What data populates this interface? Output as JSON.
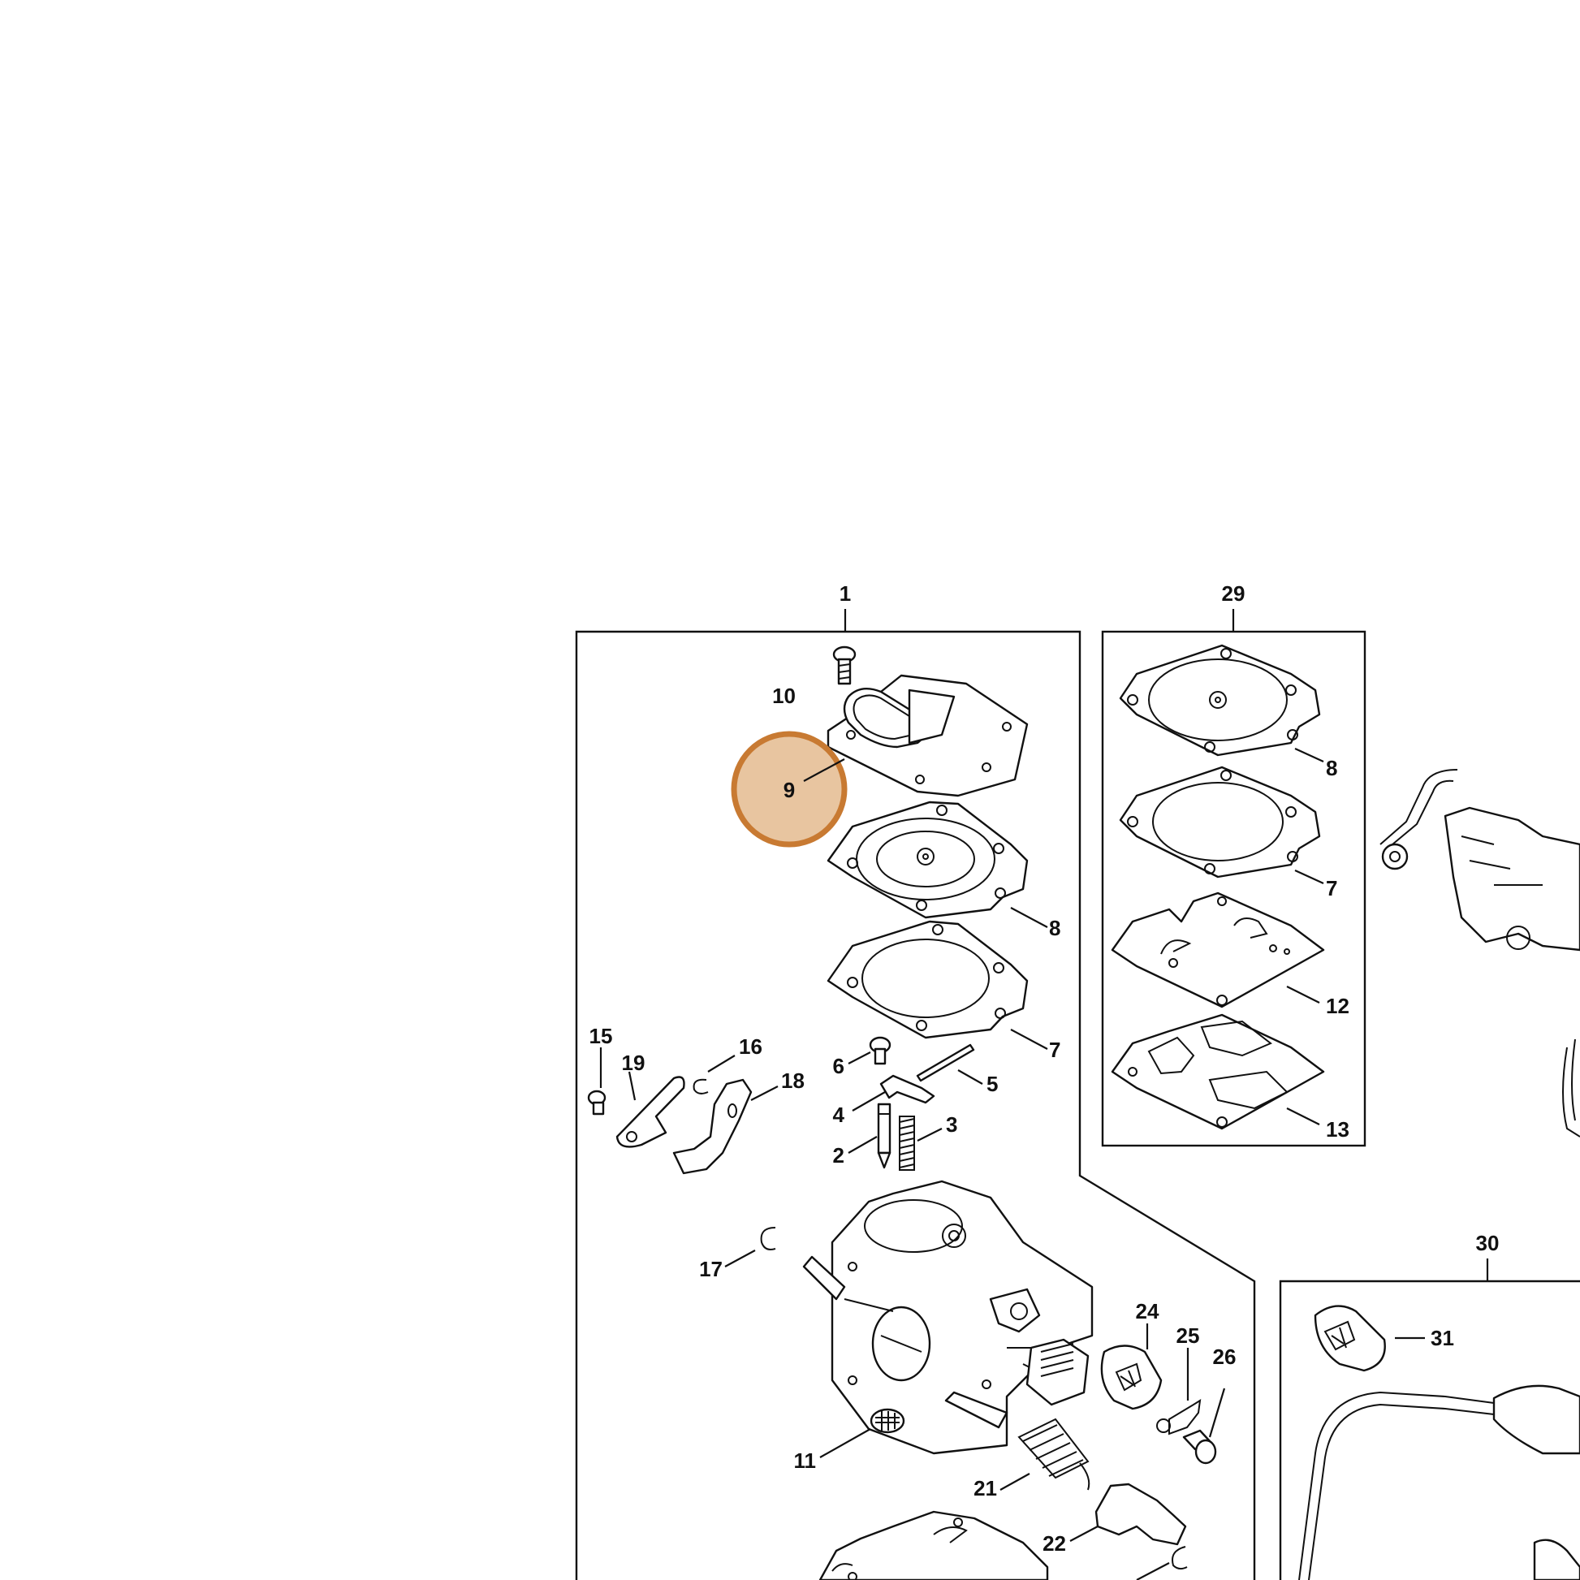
{
  "callouts": {
    "c1": "1",
    "c2": "2",
    "c3": "3",
    "c4": "4",
    "c5": "5",
    "c6": "6",
    "c7": "7",
    "c8": "8",
    "c9": "9",
    "c10": "10",
    "c11": "11",
    "c15": "15",
    "c16": "16",
    "c17": "17",
    "c18": "18",
    "c19": "19",
    "c21": "21",
    "c22": "22",
    "c24": "24",
    "c25": "25",
    "c26": "26",
    "c29": "29",
    "c29_8": "8",
    "c29_7": "7",
    "c29_12": "12",
    "c29_13": "13",
    "c30": "30",
    "c31": "31"
  },
  "highlight": {
    "part": "9",
    "fill": "#e8c5a0",
    "stroke": "#c87a32"
  }
}
